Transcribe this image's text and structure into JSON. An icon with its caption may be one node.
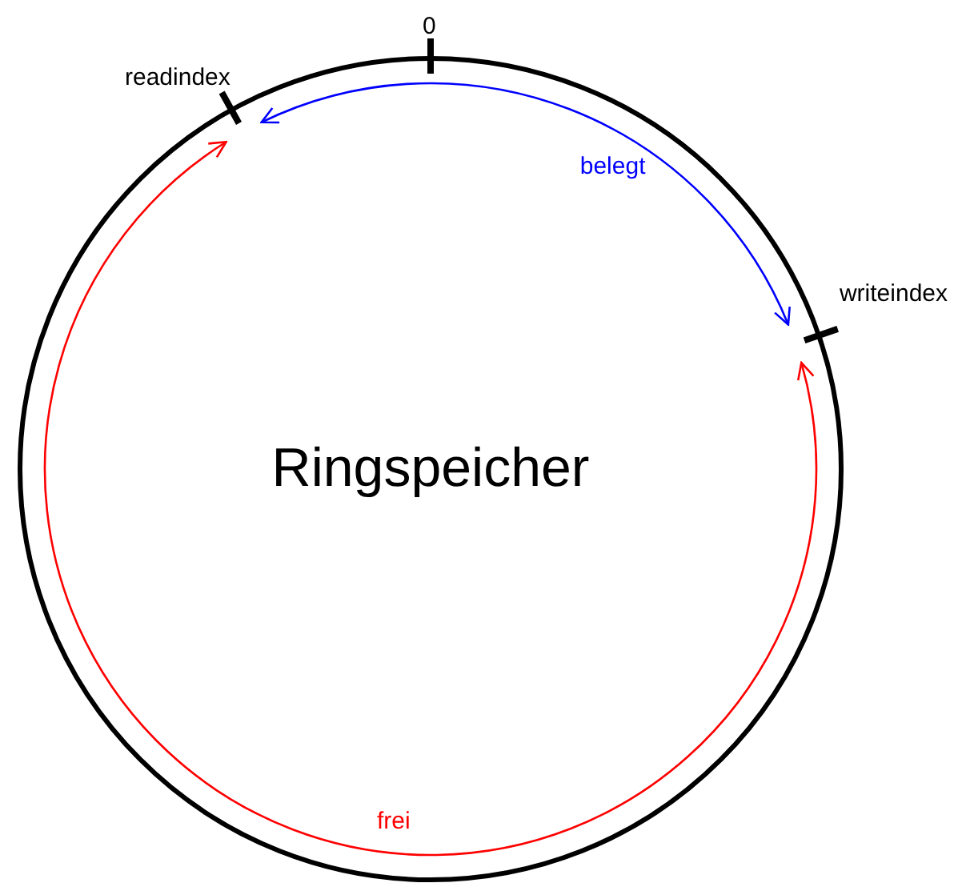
{
  "diagram": {
    "nodes": [
      {
        "text": [
          "Ringspeicher"
        ]
      },
      {
        "text": [
          "readindex"
        ]
      },
      {
        "text": [
          "writeindex"
        ]
      }
    ],
    "edges": [
      {
        "from": 1,
        "to": 2,
        "arrow": "both",
        "label": "belegt",
        "color": "#0000ff"
      },
      {
        "from": 2,
        "to": 1,
        "arrow": "both",
        "label": "frei",
        "color": "#ff0000"
      }
    ],
    "labels": [
      "0"
    ]
  }
}
